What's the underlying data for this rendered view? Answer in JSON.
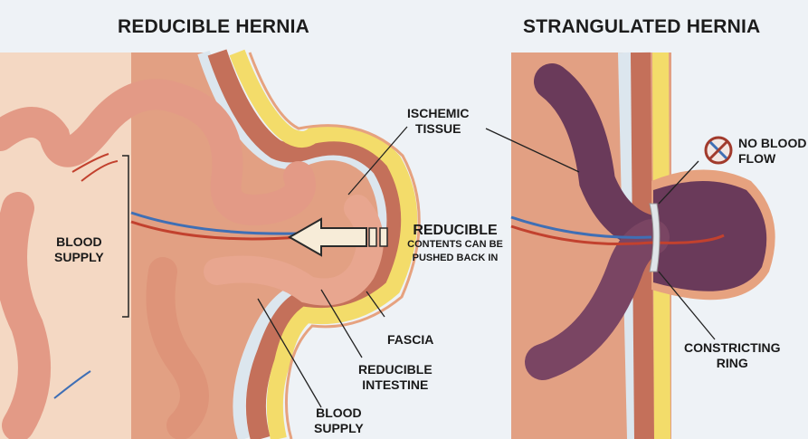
{
  "titles": {
    "left": "REDUCIBLE HERNIA",
    "right": "STRANGULATED HERNIA"
  },
  "labels": {
    "ischemic_tissue": [
      "ISCHEMIC",
      "TISSUE"
    ],
    "no_blood_flow": [
      "NO BLOOD",
      "FLOW"
    ],
    "blood_supply_left": [
      "BLOOD",
      "SUPPLY"
    ],
    "reducible_heading": "REDUCIBLE",
    "reducible_sub": [
      "CONTENTS CAN BE",
      "PUSHED BACK IN"
    ],
    "fascia": "FASCIA",
    "reducible_intestine": [
      "REDUCIBLE",
      "INTESTINE"
    ],
    "blood_supply_bottom": [
      "BLOOD",
      "SUPPLY"
    ],
    "constricting_ring": [
      "CONSTRICTING",
      "RING"
    ]
  },
  "icons": {
    "no_flow": "prohibited-sign-icon",
    "reduce_arrow": "arrow-left-icon"
  },
  "colors": {
    "background": "#eef2f6",
    "intestine": "#e39a86",
    "ischemic": "#6a3a5a",
    "fat": "#f3dc6a",
    "muscle": "#c4705a",
    "artery": "#c2412e",
    "vein": "#3f6fb5"
  }
}
